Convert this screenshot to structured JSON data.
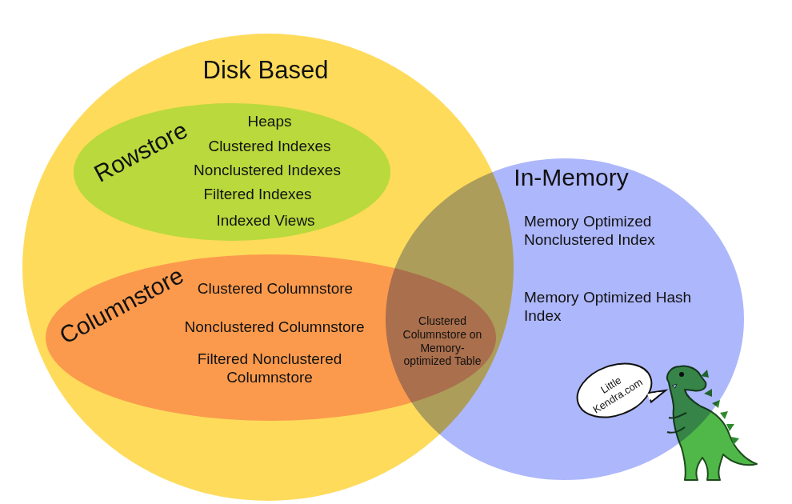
{
  "diagram": {
    "nodes": [
      {
        "text": [
          "Disk Based"
        ]
      },
      {
        "text": [
          "Rowstore",
          "Heaps",
          "Clustered Indexes",
          "Nonclustered Indexes",
          "Filtered Indexes",
          "Indexed Views"
        ],
        "in": 0
      },
      {
        "text": [
          "Columnstore",
          "Clustered Columnstore",
          "Nonclustered Columnstore",
          "Filtered Nonclustered Columnstore"
        ],
        "in": 0
      },
      {
        "text": [
          "In-Memory",
          "Memory Optimized Nonclustered Index",
          "Memory Optimized Hash Index"
        ]
      },
      {
        "text": [
          "Clustered Columnstore on Memory-optimized Table"
        ],
        "in": 2
      },
      {
        "text": [
          "Little Kendra.com"
        ]
      }
    ]
  }
}
